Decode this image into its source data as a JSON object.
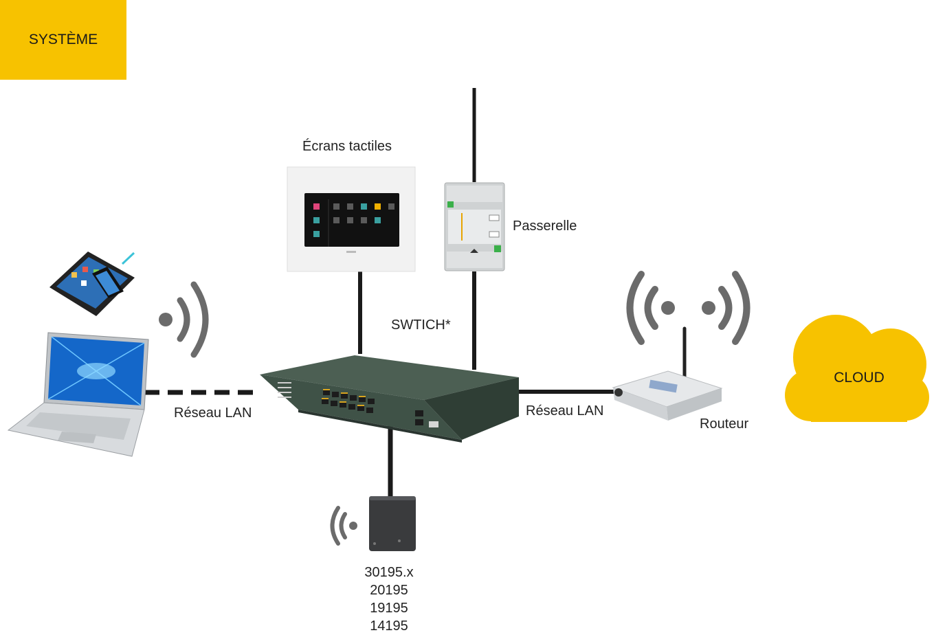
{
  "nodes": {
    "system": {
      "label": "SYSTÈME"
    },
    "touchscreens": {
      "label": "Écrans tactiles"
    },
    "gateway": {
      "label": "Passerelle"
    },
    "switch": {
      "label": "SWTICH*"
    },
    "router": {
      "label": "Routeur"
    },
    "cloud": {
      "label": "CLOUD"
    },
    "device": {
      "codes": [
        "30195.x",
        "20195",
        "19195",
        "14195"
      ]
    }
  },
  "links": {
    "left_lan": {
      "label": "Réseau LAN"
    },
    "right_lan": {
      "label": "Réseau LAN"
    }
  },
  "colors": {
    "accent": "#f7c200",
    "line": "#1a1a1a",
    "wifi": "#6b6b6b"
  }
}
